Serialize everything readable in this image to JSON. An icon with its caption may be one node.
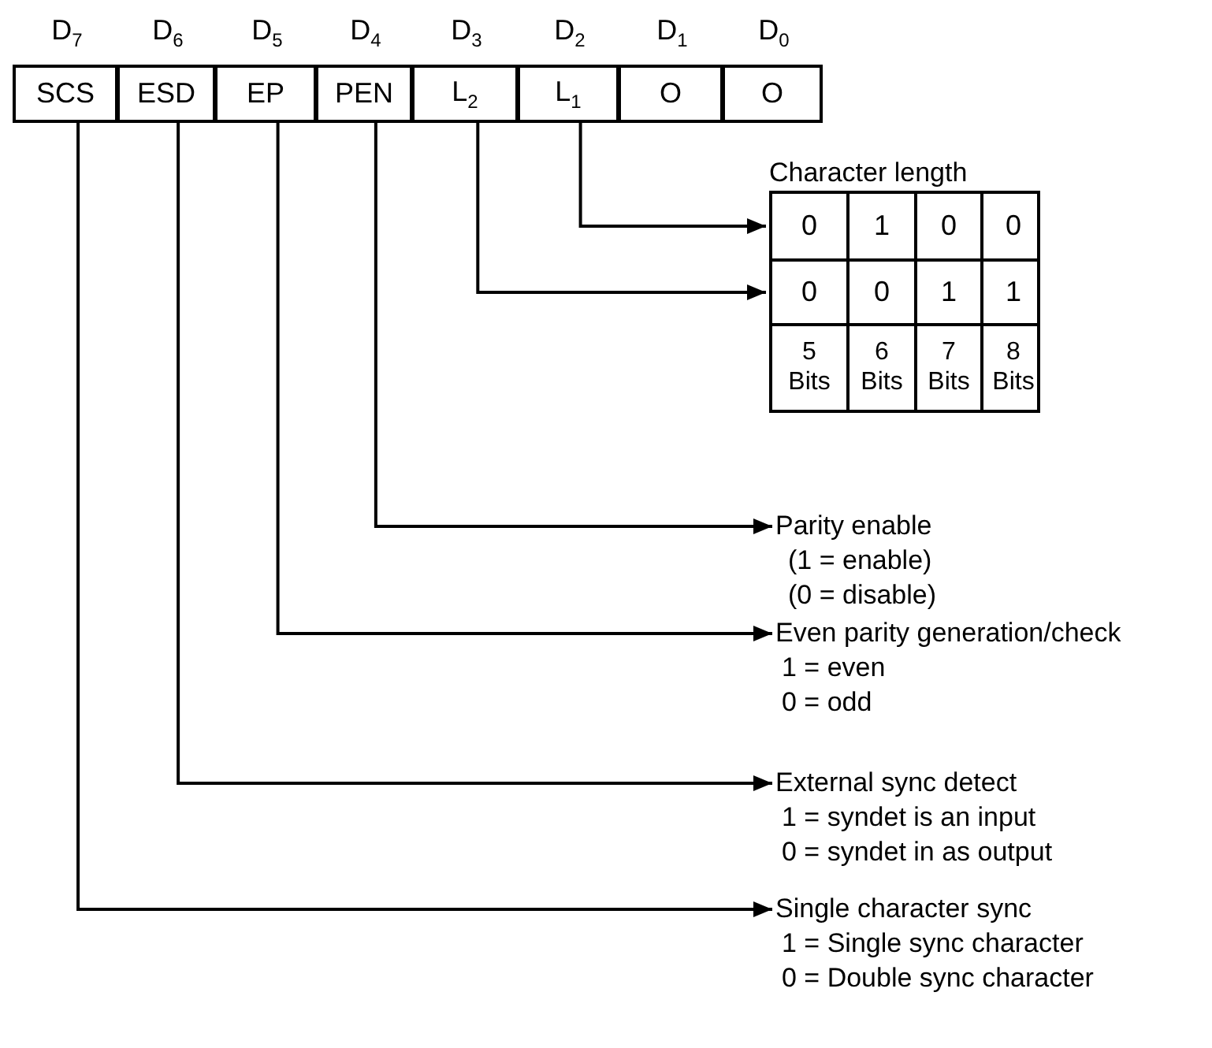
{
  "diagram": {
    "nodes": [
      {
        "text": [
          "SCS"
        ],
        "beside": [
          "D$_{7}$"
        ]
      },
      {
        "text": [
          "ESD"
        ],
        "beside": [
          "D$_{6}$"
        ]
      },
      {
        "text": [
          "EP"
        ],
        "beside": [
          "D$_{5}$"
        ]
      },
      {
        "text": [
          "PEN"
        ],
        "beside": [
          "D$_{4}$"
        ]
      },
      {
        "text": [
          "L$_{2}$"
        ],
        "beside": [
          "D$_{3}$"
        ]
      },
      {
        "text": [
          "L$_{1}$"
        ],
        "beside": [
          "D$_{2}$"
        ]
      },
      {
        "text": [
          "O"
        ],
        "beside": [
          "D$_{1}$"
        ]
      },
      {
        "text": [
          "O"
        ],
        "beside": [
          "D$_{0}$"
        ]
      },
      {
        "text": [
          "Character length"
        ]
      },
      {
        "text": [
          "0",
          "1",
          "0",
          "0"
        ],
        "in": 8
      },
      {
        "text": [
          "0",
          "0",
          "1",
          "1"
        ],
        "in": 8
      },
      {
        "text": [
          "5 Bits",
          "6 Bits",
          "7 Bits",
          "8 Bits"
        ],
        "in": 8
      },
      {
        "text": [
          "Parity enable",
          "(1 = enable)",
          "(0 = disable)"
        ]
      },
      {
        "text": [
          "Even parity generation/check",
          "1 = even",
          "0 = odd"
        ]
      },
      {
        "text": [
          "External sync detect",
          "1 = syndet is an input",
          "0 = syndet in as output"
        ]
      },
      {
        "text": [
          "Single character sync",
          "1 = Single sync character",
          "0 = Double sync character"
        ]
      }
    ],
    "edges": [
      {
        "from": 5,
        "to": 9,
        "arrow": "to"
      },
      {
        "from": 4,
        "to": 10,
        "arrow": "to"
      },
      {
        "from": 3,
        "to": 12,
        "arrow": "to"
      },
      {
        "from": 2,
        "to": 13,
        "arrow": "to"
      },
      {
        "from": 1,
        "to": 14,
        "arrow": "to"
      },
      {
        "from": 0,
        "to": 15,
        "arrow": "to"
      }
    ]
  }
}
